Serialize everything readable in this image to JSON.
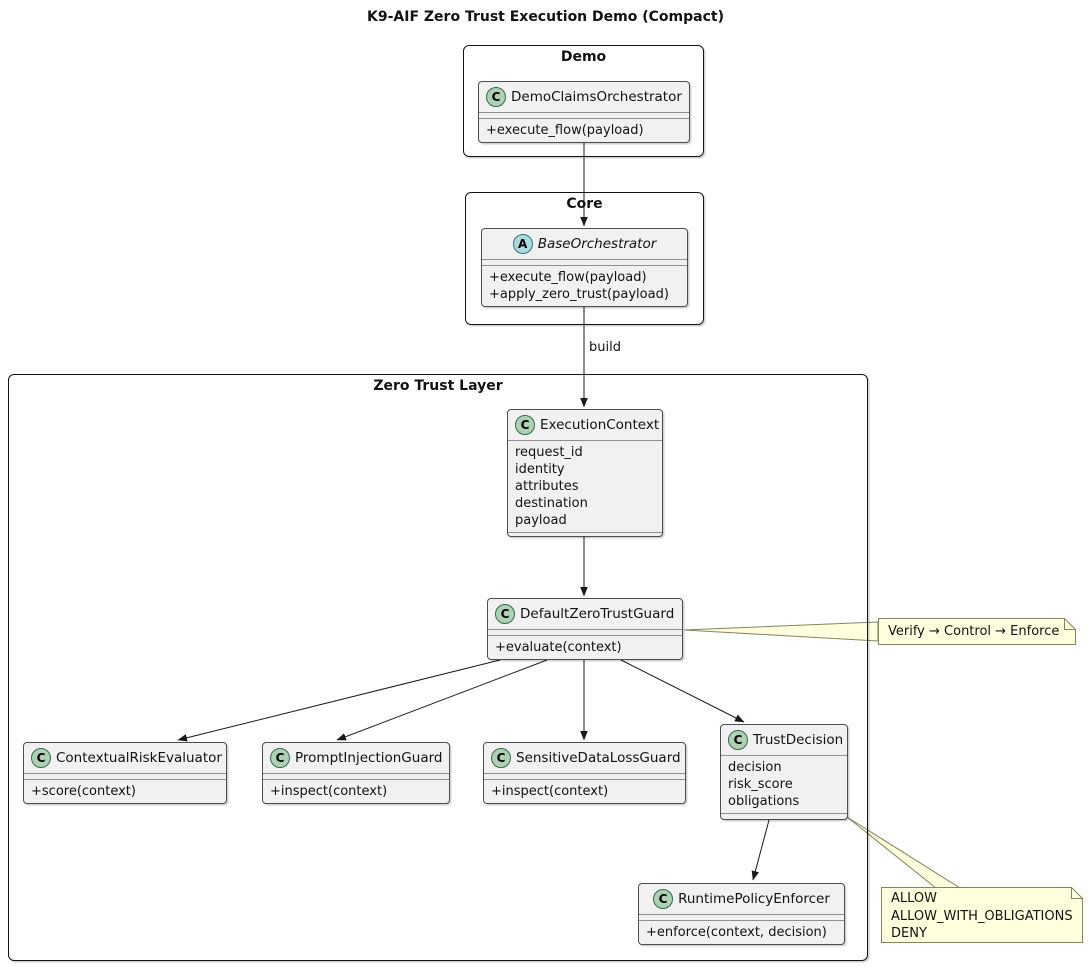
{
  "diagram": {
    "title": "K9-AIF Zero Trust Execution Demo (Compact)"
  },
  "packages": {
    "demo": {
      "label": "Demo"
    },
    "core": {
      "label": "Core"
    },
    "zero_trust_layer": {
      "label": "Zero Trust Layer"
    }
  },
  "classes": {
    "demo_claims_orchestrator": {
      "icon": "C",
      "name": "DemoClaimsOrchestrator",
      "methods": [
        "+execute_flow(payload)"
      ]
    },
    "base_orchestrator": {
      "icon": "A",
      "name": "BaseOrchestrator",
      "methods": [
        "+execute_flow(payload)",
        "+apply_zero_trust(payload)"
      ]
    },
    "execution_context": {
      "icon": "C",
      "name": "ExecutionContext",
      "attributes": [
        "request_id",
        "identity",
        "attributes",
        "destination",
        "payload"
      ]
    },
    "default_zero_trust_guard": {
      "icon": "C",
      "name": "DefaultZeroTrustGuard",
      "methods": [
        "+evaluate(context)"
      ]
    },
    "contextual_risk_evaluator": {
      "icon": "C",
      "name": "ContextualRiskEvaluator",
      "methods": [
        "+score(context)"
      ]
    },
    "prompt_injection_guard": {
      "icon": "C",
      "name": "PromptInjectionGuard",
      "methods": [
        "+inspect(context)"
      ]
    },
    "sensitive_data_loss_guard": {
      "icon": "C",
      "name": "SensitiveDataLossGuard",
      "methods": [
        "+inspect(context)"
      ]
    },
    "trust_decision": {
      "icon": "C",
      "name": "TrustDecision",
      "attributes": [
        "decision",
        "risk_score",
        "obligations"
      ]
    },
    "runtime_policy_enforcer": {
      "icon": "C",
      "name": "RuntimePolicyEnforcer",
      "methods": [
        "+enforce(context, decision)"
      ]
    }
  },
  "edges": {
    "build_label": "build"
  },
  "notes": {
    "guard_note": {
      "text": "Verify → Control → Enforce"
    },
    "decision_note": {
      "lines": [
        "ALLOW",
        "ALLOW_WITH_OBLIGATIONS",
        "DENY"
      ]
    }
  },
  "colors": {
    "class_fill": "#F1F1F1",
    "class_border": "#4e4e4e",
    "package_border": "#141414",
    "note_fill": "#FEFFDD",
    "note_border": "#83835E",
    "class_circle_fill": "#ADD1B2",
    "abstract_circle_fill": "#A9DCDF",
    "edge_color": "#1a1a1a"
  }
}
